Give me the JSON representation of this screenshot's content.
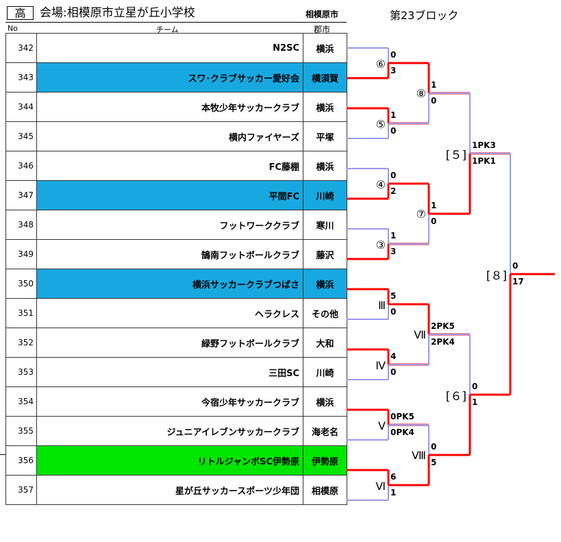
{
  "header": {
    "grade": "高",
    "venue": "会場:相模原市立星が丘小学校",
    "city": "相模原市",
    "block": "第23ブロック",
    "col_no": "No",
    "col_team": "チーム",
    "col_area": "郡市"
  },
  "colors": {
    "winner_line": "#ff0000",
    "loser_line": "#9999ee",
    "highlight_blue": "#18a8e0",
    "highlight_green": "#00e600"
  },
  "teams": [
    {
      "no": "342",
      "name": "N2SC",
      "area": "横浜",
      "hl": ""
    },
    {
      "no": "343",
      "name": "スワ･クラブサッカー愛好会",
      "area": "横須賀",
      "hl": "blue"
    },
    {
      "no": "344",
      "name": "本牧少年サッカークラブ",
      "area": "横浜",
      "hl": ""
    },
    {
      "no": "345",
      "name": "横内ファイヤーズ",
      "area": "平塚",
      "hl": ""
    },
    {
      "no": "346",
      "name": "FC藤棚",
      "area": "横浜",
      "hl": ""
    },
    {
      "no": "347",
      "name": "平間FC",
      "area": "川崎",
      "hl": "blue"
    },
    {
      "no": "348",
      "name": "フットワーククラブ",
      "area": "寒川",
      "hl": ""
    },
    {
      "no": "349",
      "name": "鵠南フットボールクラブ",
      "area": "藤沢",
      "hl": ""
    },
    {
      "no": "350",
      "name": "横浜サッカークラブつばさ",
      "area": "横浜",
      "hl": "blue"
    },
    {
      "no": "351",
      "name": "ヘラクレス",
      "area": "その他",
      "hl": ""
    },
    {
      "no": "352",
      "name": "緑野フットボールクラブ",
      "area": "大和",
      "hl": ""
    },
    {
      "no": "353",
      "name": "三田SC",
      "area": "川崎",
      "hl": ""
    },
    {
      "no": "354",
      "name": "今宿少年サッカークラブ",
      "area": "横浜",
      "hl": ""
    },
    {
      "no": "355",
      "name": "ジュニアイレブンサッカークラブ",
      "area": "海老名",
      "hl": ""
    },
    {
      "no": "356",
      "name": "リトルジャンボSC伊勢原",
      "area": "伊勢原",
      "hl": "green"
    },
    {
      "no": "357",
      "name": "星が丘サッカースポーツ少年団",
      "area": "相模原",
      "hl": ""
    }
  ],
  "bracket": {
    "r1": [
      {
        "label": "⑥",
        "top": "0",
        "bottom": "3"
      },
      {
        "label": "⑤",
        "top": "1",
        "bottom": "0"
      },
      {
        "label": "④",
        "top": "0",
        "bottom": "2"
      },
      {
        "label": "③",
        "top": "1",
        "bottom": "3"
      },
      {
        "label": "Ⅲ",
        "top": "5",
        "bottom": "0"
      },
      {
        "label": "Ⅳ",
        "top": "4",
        "bottom": "0"
      },
      {
        "label": "Ⅴ",
        "top": "0PK5",
        "bottom": "0PK4"
      },
      {
        "label": "Ⅵ",
        "top": "6",
        "bottom": "1"
      }
    ],
    "r2": [
      {
        "label": "⑧",
        "top": "1",
        "bottom": "0"
      },
      {
        "label": "⑦",
        "top": "1",
        "bottom": "0"
      },
      {
        "label": "Ⅶ",
        "top": "2PK5",
        "bottom": "2PK4"
      },
      {
        "label": "Ⅷ",
        "top": "0",
        "bottom": "5"
      }
    ],
    "r3": [
      {
        "label": "[５]",
        "top": "1PK3",
        "bottom": "1PK1"
      },
      {
        "label": "[６]",
        "top": "0",
        "bottom": "1"
      }
    ],
    "r4": [
      {
        "label": "[８]",
        "top": "0",
        "bottom": "17"
      }
    ]
  }
}
